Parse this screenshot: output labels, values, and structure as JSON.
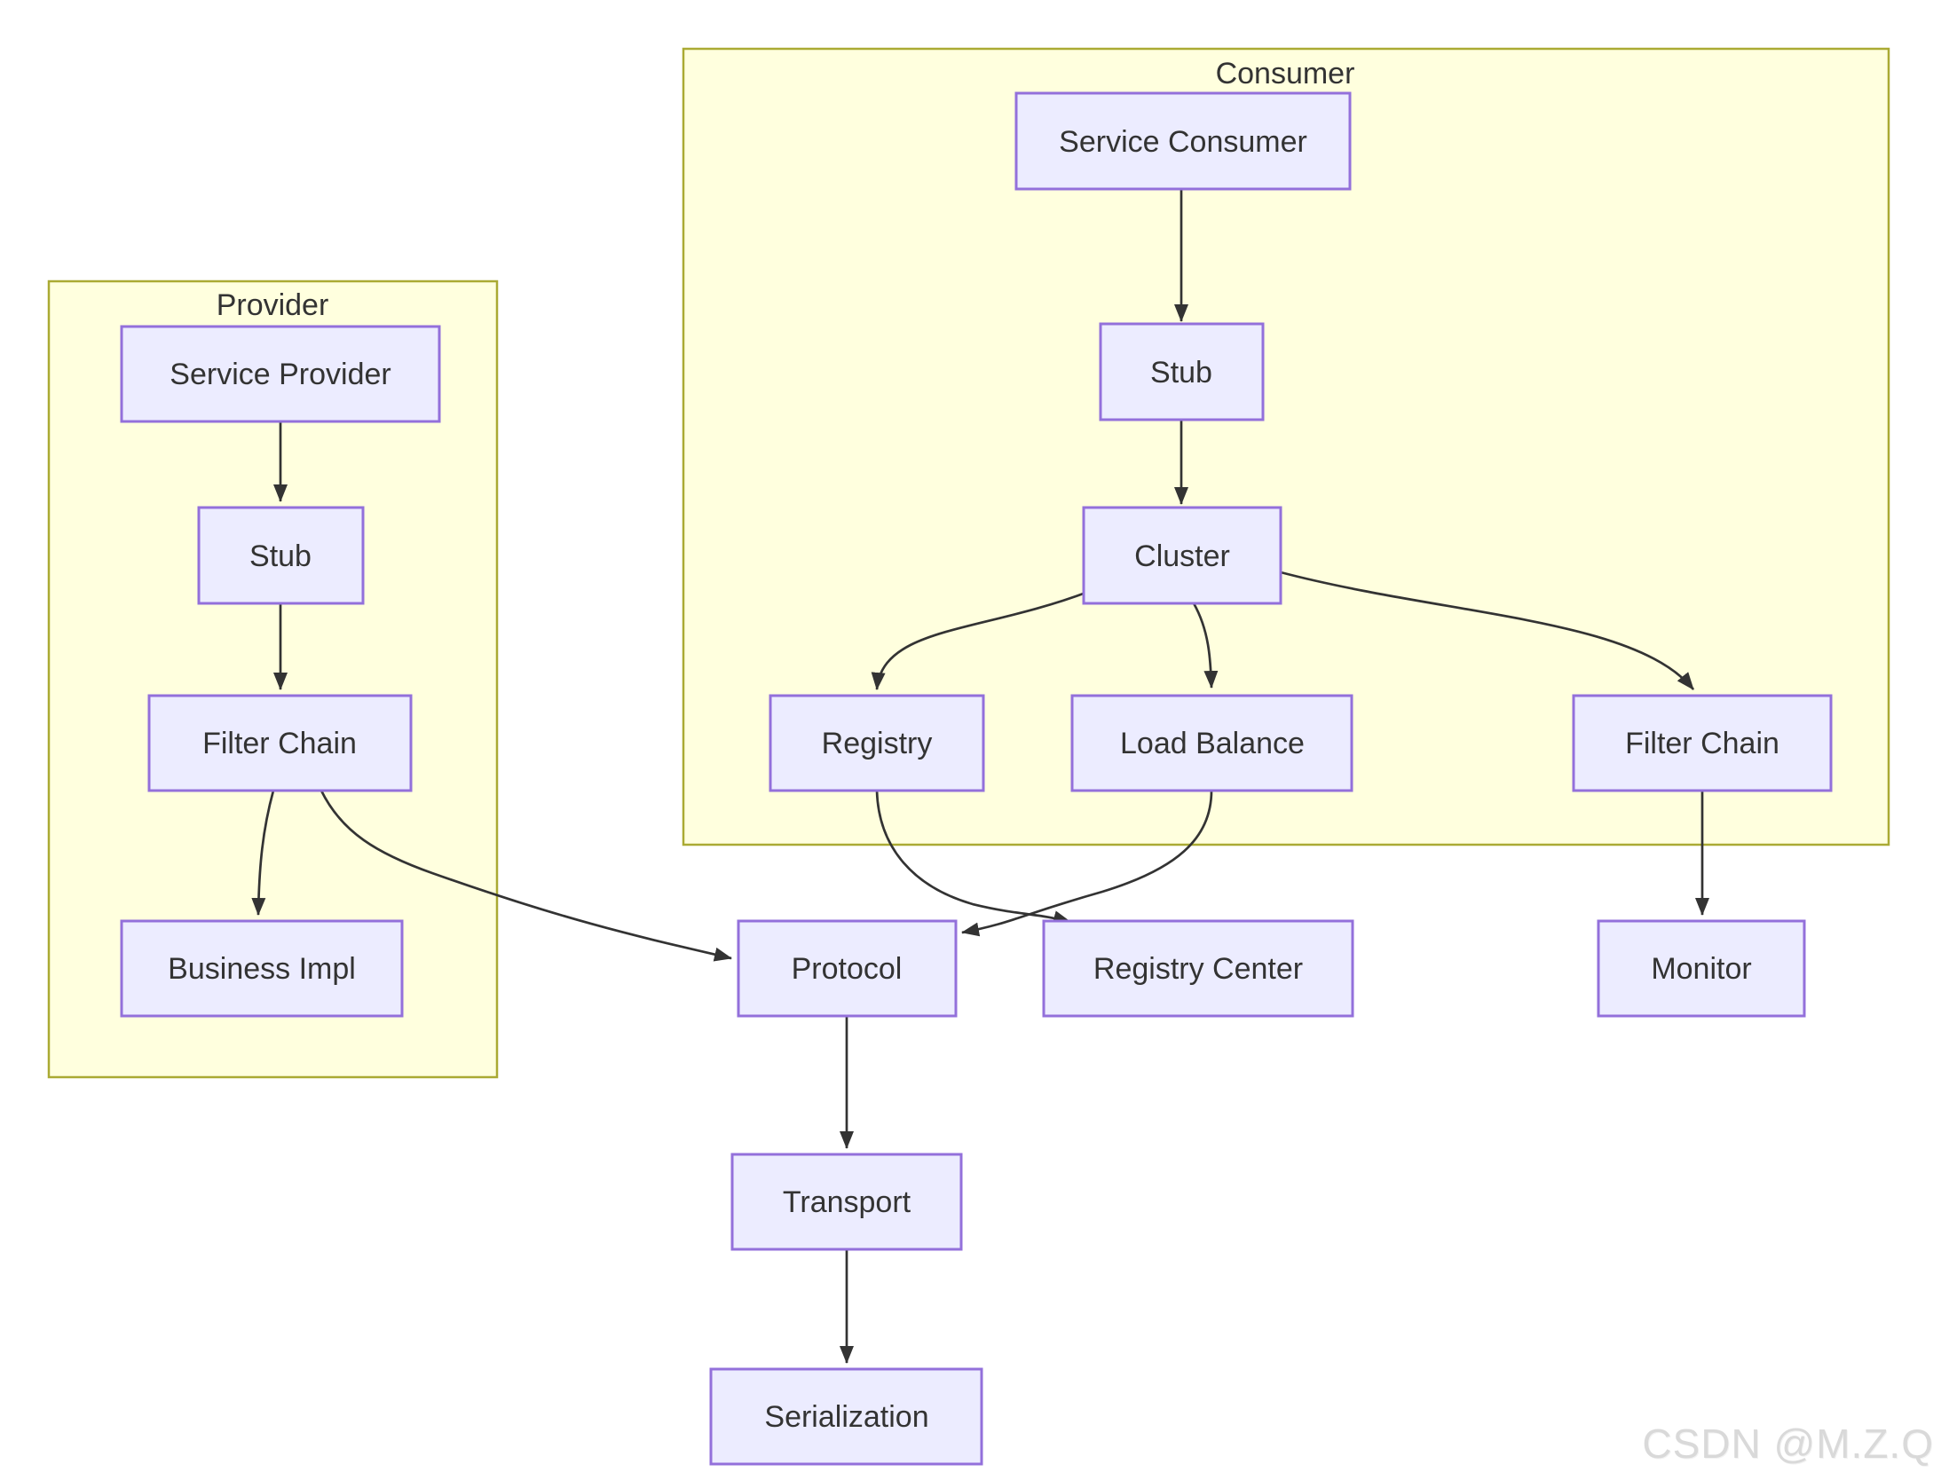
{
  "diagram": {
    "clusters": {
      "provider": {
        "label": "Provider"
      },
      "consumer": {
        "label": "Consumer"
      }
    },
    "nodes": {
      "service_provider": {
        "label": "Service Provider"
      },
      "stub_provider": {
        "label": "Stub"
      },
      "filter_chain_provider": {
        "label": "Filter Chain"
      },
      "business_impl": {
        "label": "Business Impl"
      },
      "service_consumer": {
        "label": "Service Consumer"
      },
      "stub_consumer": {
        "label": "Stub"
      },
      "cluster": {
        "label": "Cluster"
      },
      "registry": {
        "label": "Registry"
      },
      "load_balance": {
        "label": "Load Balance"
      },
      "filter_chain_consumer": {
        "label": "Filter Chain"
      },
      "protocol": {
        "label": "Protocol"
      },
      "registry_center": {
        "label": "Registry Center"
      },
      "monitor": {
        "label": "Monitor"
      },
      "transport": {
        "label": "Transport"
      },
      "serialization": {
        "label": "Serialization"
      }
    },
    "edges": [
      {
        "from": "service_consumer",
        "to": "stub_consumer"
      },
      {
        "from": "stub_consumer",
        "to": "cluster"
      },
      {
        "from": "cluster",
        "to": "registry"
      },
      {
        "from": "cluster",
        "to": "load_balance"
      },
      {
        "from": "cluster",
        "to": "filter_chain_consumer"
      },
      {
        "from": "registry",
        "to": "registry_center"
      },
      {
        "from": "load_balance",
        "to": "protocol"
      },
      {
        "from": "filter_chain_consumer",
        "to": "monitor"
      },
      {
        "from": "service_provider",
        "to": "stub_provider"
      },
      {
        "from": "stub_provider",
        "to": "filter_chain_provider"
      },
      {
        "from": "filter_chain_provider",
        "to": "business_impl"
      },
      {
        "from": "filter_chain_provider",
        "to": "protocol"
      },
      {
        "from": "protocol",
        "to": "transport"
      },
      {
        "from": "transport",
        "to": "serialization"
      }
    ],
    "colors": {
      "node_fill": "#ECECFF",
      "node_border": "#9370DB",
      "cluster_fill": "#FFFFDE",
      "cluster_border": "#AAAA33",
      "edge": "#333333",
      "text": "#333333",
      "watermark": "#D9D9D9"
    }
  },
  "watermark": {
    "text": "CSDN @M.Z.Q"
  }
}
